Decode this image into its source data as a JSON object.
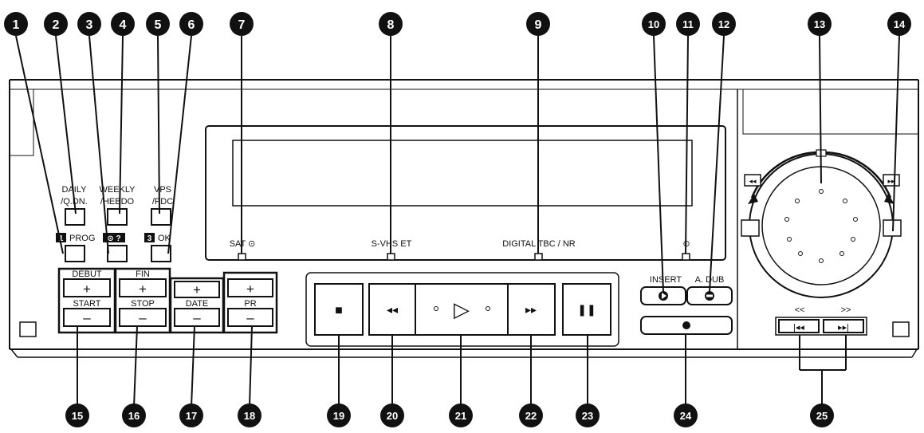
{
  "callouts": [
    "1",
    "2",
    "3",
    "4",
    "5",
    "6",
    "7",
    "8",
    "9",
    "10",
    "11",
    "12",
    "13",
    "14",
    "15",
    "16",
    "17",
    "18",
    "19",
    "20",
    "21",
    "22",
    "23",
    "24",
    "25"
  ],
  "timer_keys": {
    "daily": "DAILY",
    "daily_sub": "/Q.DN.",
    "weekly": "WEEKLY",
    "weekly_sub": "/HEBDO",
    "vps": "VPS",
    "vps_sub": "/PDC",
    "prog": "PROG",
    "prog_num": "1",
    "mid_icons": "⊙ ?",
    "ok": "OK",
    "ok_num": "3"
  },
  "indicators": {
    "sat": "SAT ⊙",
    "svhs": "S-VHS ET",
    "digital": "DIGITAL TBC / NR",
    "clock": "⊙"
  },
  "rockers": [
    {
      "top": "DEBUT",
      "plus": "+",
      "bottom": "START",
      "minus": "–"
    },
    {
      "top": "FIN",
      "plus": "+",
      "bottom": "STOP",
      "minus": "–"
    },
    {
      "top": "",
      "plus": "+",
      "bottom": "DATE",
      "minus": "–"
    },
    {
      "top": "",
      "plus": "+",
      "bottom": "PR",
      "minus": "–"
    }
  ],
  "transport": {
    "stop": "■",
    "rew": "◂◂",
    "play": "▷",
    "ff": "▸▸",
    "pause": "❚❚"
  },
  "edit_keys": {
    "insert": "INSERT",
    "adub": "A. DUB"
  },
  "jog": {
    "left": "◂◂",
    "right": "▸▸"
  },
  "skip": {
    "left_arrows": "<<",
    "right_arrows": ">>",
    "prev": "|◂◂",
    "next": "▸▸|"
  }
}
